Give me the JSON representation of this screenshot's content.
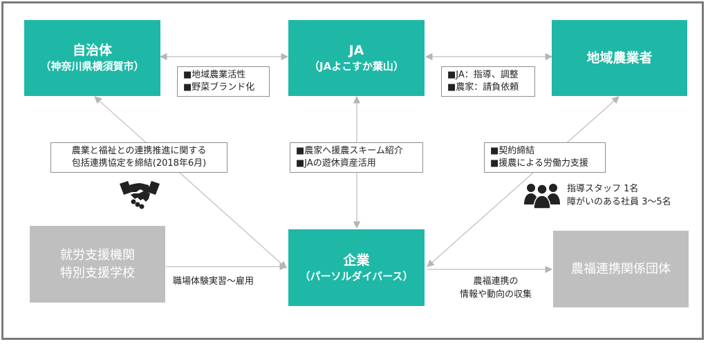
{
  "entities": {
    "municipality": {
      "line1": "自治体",
      "line2": "（神奈川県横須賀市）"
    },
    "ja": {
      "line1": "JA",
      "line2": "（JAよこすか葉山）"
    },
    "farmers": {
      "line1": "地域農業者"
    },
    "company": {
      "line1": "企業",
      "line2": "（パーソルダイバース）"
    },
    "support_orgs": {
      "line1": "就労支援機関",
      "line2": "特別支援学校"
    },
    "agri_welfare_group": {
      "line1": "農福連携関係団体"
    }
  },
  "notes": {
    "muni_ja": [
      "■地域農業活性",
      "■野菜ブランド化"
    ],
    "ja_farmers": [
      "■JA：指導、調整",
      "■農家：請負依頼"
    ],
    "muni_company": [
      "農業と福祉との連携推進に関する",
      "包括連携協定を締結(2018年6月)"
    ],
    "ja_company": [
      "■農家へ援農スキーム紹介",
      "■JAの遊休資産活用"
    ],
    "farmers_company": [
      "■契約締結",
      "■援農による労働力支援"
    ]
  },
  "labels": {
    "staff": [
      "指導スタッフ 1名",
      "障がいのある社員 3〜5名"
    ],
    "support_flow": "職場体験実習〜雇用",
    "group_flow": [
      "農福連携の",
      "情報や動向の収集"
    ]
  },
  "colors": {
    "teal": "#1fb8a6",
    "gray": "#bfbfbf",
    "arrow": "#c8c8c8",
    "frame": "#7a7a7a"
  }
}
